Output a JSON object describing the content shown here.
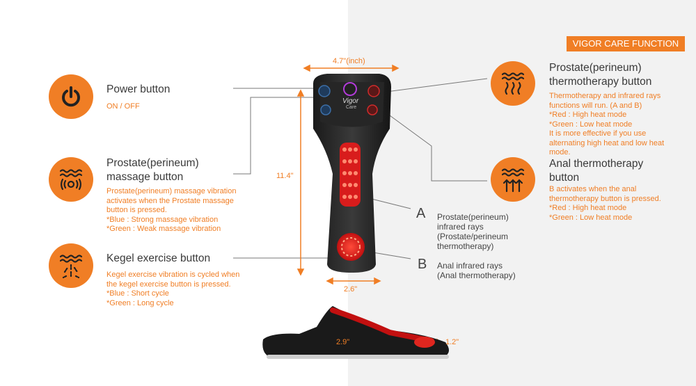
{
  "header": {
    "tag": "VIGOR CARE FUNCTION"
  },
  "left_features": [
    {
      "icon": "power-icon",
      "title": "Power button",
      "desc": "ON / OFF"
    },
    {
      "icon": "vibration-icon",
      "title": "Prostate(perineum)\nmassage button",
      "desc": "Prostate(perineum) massage vibration\nactivates when the Prostate massage\nbutton is pressed.\n*Blue : Strong massage vibration\n*Green : Weak massage vibration"
    },
    {
      "icon": "kegel-icon",
      "title": "Kegel exercise button",
      "desc": "Kegel exercise vibration is cycled when\nthe kegel exercise button is pressed.\n*Blue : Short cycle\n*Green : Long cycle"
    }
  ],
  "right_features": [
    {
      "icon": "heat-waves-icon",
      "title": "Prostate(perineum)\nthermotherapy button",
      "desc": "Thermotherapy and infrared rays\nfunctions will run. (A and B)\n*Red : High heat mode\n*Green : Low heat mode\nIt is more effective if you use\nalternating high heat and low heat\nmode."
    },
    {
      "icon": "heat-arrows-icon",
      "title": "Anal thermotherapy\nbutton",
      "desc": "B activates when the anal\nthermotherapy button is pressed.\n*Red : High heat mode\n*Green : Low heat mode"
    }
  ],
  "dimensions": {
    "width_top": "4.7\"(inch)",
    "height": "11.4\"",
    "width_bottom": "2.6\"",
    "side_height": "2.9\"",
    "side_tip": "1.2\""
  },
  "areas": [
    {
      "letter": "A",
      "label": "Prostate(perineum)\ninfrared rays\n(Prostate/perineum\nthermotherapy)"
    },
    {
      "letter": "B",
      "label": "Anal infrared rays\n(Anal thermotherapy)"
    }
  ],
  "device": {
    "brand": "Vigor",
    "sub": "Care"
  }
}
